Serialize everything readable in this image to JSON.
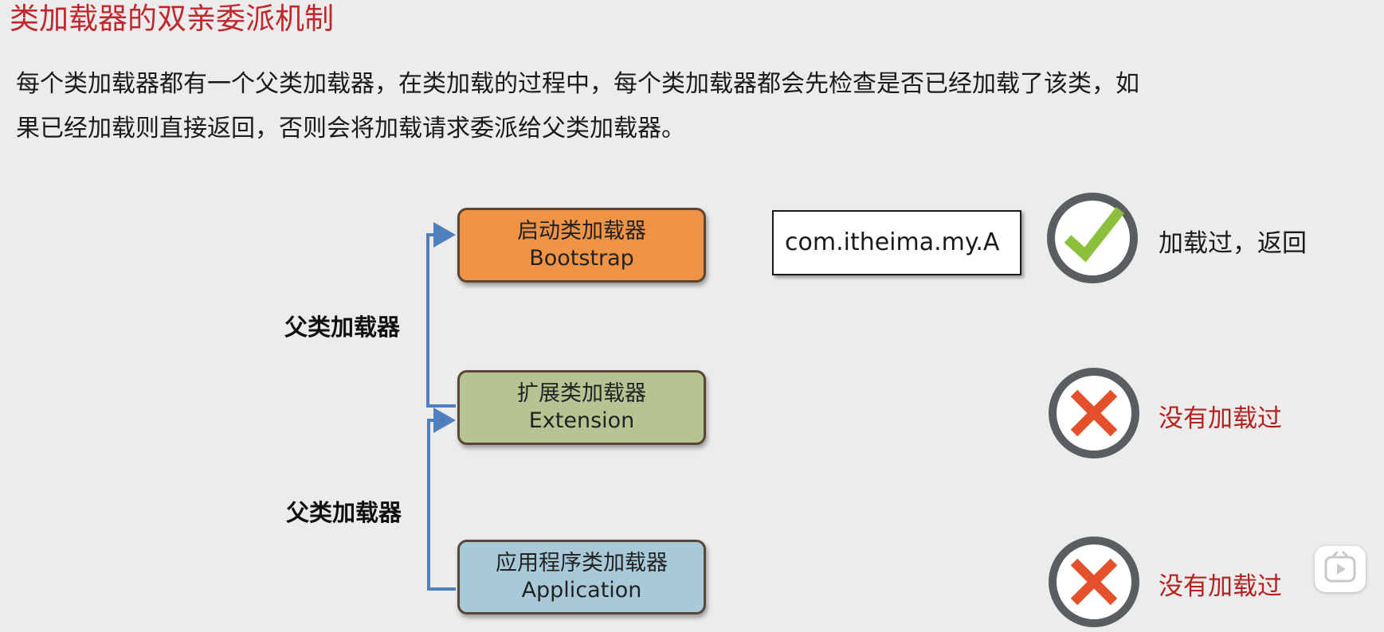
{
  "title": "类加载器的双亲委派机制",
  "paragraph": {
    "line1": "每个类加载器都有一个父类加载器，在类加载的过程中，每个类加载器都会先检查是否已经加载了该类，如",
    "line2": "果已经加载则直接返回，否则会将加载请求委派给父类加载器。"
  },
  "loaders": [
    {
      "name_cn": "启动类加载器",
      "name_en": "Bootstrap",
      "color": "#ef9446"
    },
    {
      "name_cn": "扩展类加载器",
      "name_en": "Extension",
      "color": "#b6c494"
    },
    {
      "name_cn": "应用程序类加载器",
      "name_en": "Application",
      "color": "#a8cad8"
    }
  ],
  "parent_labels": [
    "父类加载器",
    "父类加载器"
  ],
  "class_name": "com.itheima.my.A",
  "statuses": [
    {
      "icon": "check-icon",
      "text": "加载过，返回",
      "color": "#1a1a1a"
    },
    {
      "icon": "cross-icon",
      "text": "没有加载过",
      "color": "#b3221f"
    },
    {
      "icon": "cross-icon",
      "text": "没有加载过",
      "color": "#b3221f"
    }
  ],
  "colors": {
    "title": "#c0282e",
    "connector": "#4f7fbf",
    "check": "#8bbf3c",
    "cross": "#e3502b",
    "ring": "#595e60"
  }
}
